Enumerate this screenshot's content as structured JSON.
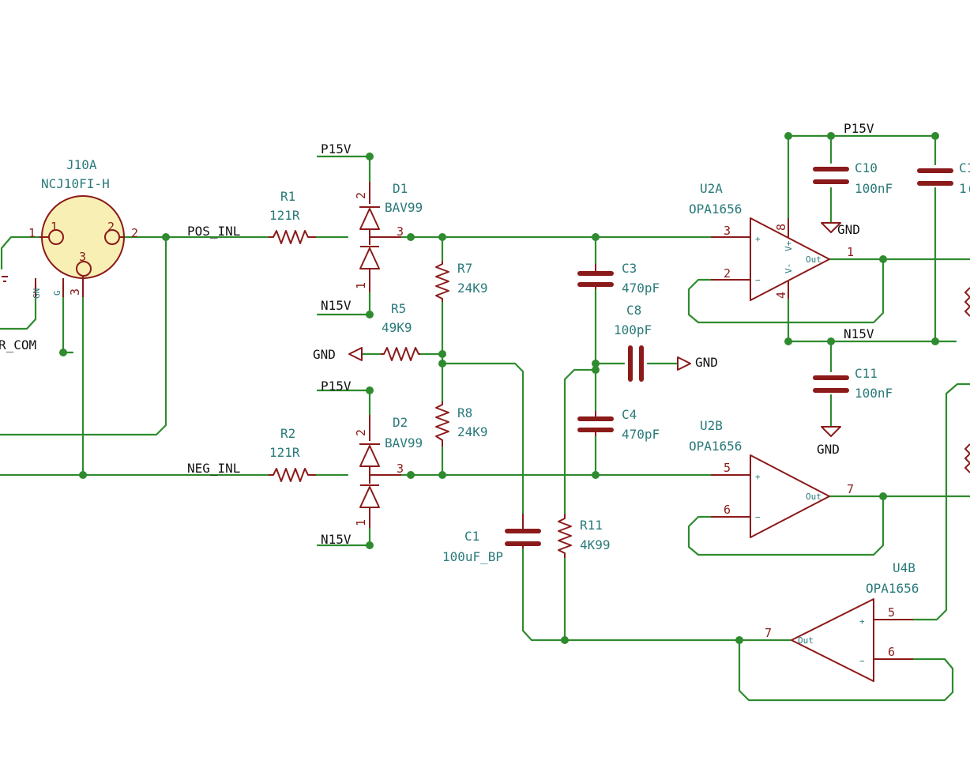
{
  "colors": {
    "wire": "#2e8b2e",
    "symbol": "#8b1a1a",
    "value_text": "#2a7a7a",
    "net_text": "#111111",
    "connector_fill": "#f8efb4"
  },
  "nets": {
    "pos_inl": "POS_INL",
    "neg_inl": "NEG_INL",
    "p15v": "P15V",
    "n15v": "N15V",
    "gnd": "GND",
    "pwr_com": "R_COM"
  },
  "components": {
    "j10a": {
      "ref": "J10A",
      "value": "NCJ10FI-H",
      "pin1": "1",
      "pin2": "2",
      "pin3": "3",
      "pin_g": "G",
      "pin_gn": "GN"
    },
    "r1": {
      "ref": "R1",
      "value": "121R"
    },
    "r2": {
      "ref": "R2",
      "value": "121R"
    },
    "r5": {
      "ref": "R5",
      "value": "49K9"
    },
    "r7": {
      "ref": "R7",
      "value": "24K9"
    },
    "r8": {
      "ref": "R8",
      "value": "24K9"
    },
    "r11": {
      "ref": "R11",
      "value": "4K99"
    },
    "d1": {
      "ref": "D1",
      "value": "BAV99"
    },
    "d2": {
      "ref": "D2",
      "value": "BAV99"
    },
    "c1": {
      "ref": "C1",
      "value": "100uF_BP"
    },
    "c3": {
      "ref": "C3",
      "value": "470pF"
    },
    "c4": {
      "ref": "C4",
      "value": "470pF"
    },
    "c8": {
      "ref": "C8",
      "value": "100pF"
    },
    "c10": {
      "ref": "C10",
      "value": "100nF"
    },
    "c11": {
      "ref": "C11",
      "value": "100nF"
    },
    "c12_partial": {
      "ref": "C1",
      "value": "1("
    },
    "u2a": {
      "ref": "U2A",
      "value": "OPA1656"
    },
    "u2b": {
      "ref": "U2B",
      "value": "OPA1656"
    },
    "u4b": {
      "ref": "U4B",
      "value": "OPA1656"
    }
  },
  "pins": {
    "d_top": "2",
    "d_bot": "1",
    "d_mid": "3",
    "u2a_in_p": "3",
    "u2a_in_n": "2",
    "u2a_out": "1",
    "u2a_vp": "8",
    "u2a_vn": "4",
    "u2b_in_p": "5",
    "u2b_in_n": "6",
    "u2b_out": "7",
    "u4b_in_p": "5",
    "u4b_in_n": "6",
    "u4b_out": "7",
    "plus": "+",
    "minus": "−",
    "out": "Out",
    "vpwr": "V+",
    "vneg": "V-"
  }
}
